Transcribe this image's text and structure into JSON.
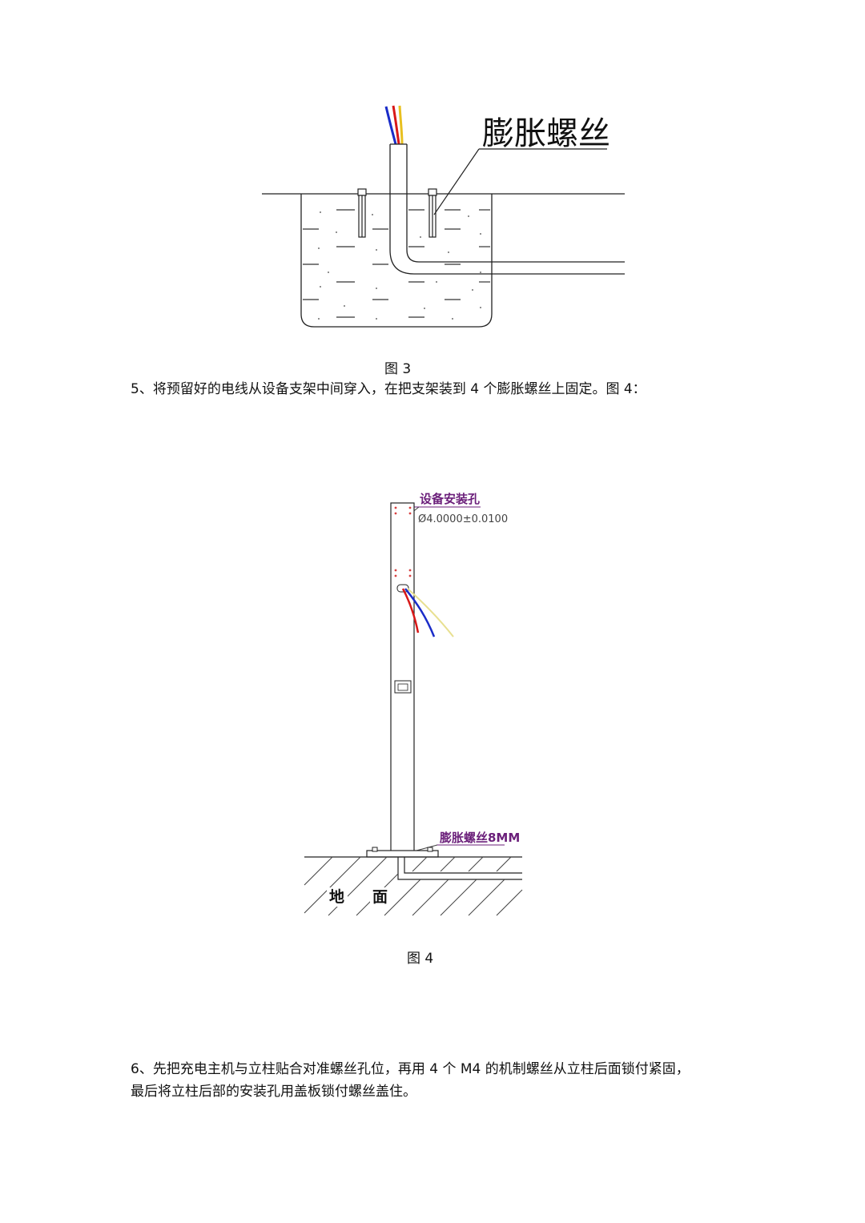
{
  "figure3": {
    "label": "膨胀螺丝",
    "caption": "图 3"
  },
  "step5": {
    "text": "5、将预留好的电线从设备支架中间穿入，在把支架装到 4 个膨胀螺丝上固定。图 4："
  },
  "figure4": {
    "hole_label": "设备安装孔",
    "hole_dimension": "Ø4.0000±0.0100",
    "bolt_label": "膨胀螺丝8MM",
    "ground_label_1": "地",
    "ground_label_2": "面",
    "caption": "图 4"
  },
  "step6": {
    "line1": "6、先把充电主机与立柱贴合对准螺丝孔位，再用 4 个 M4 的机制螺丝从立柱后面锁付紧固，",
    "line2": "最后将立柱后部的安装孔用盖板锁付螺丝盖住。"
  },
  "colors": {
    "wire_blue": "#1a2cc8",
    "wire_red": "#d81818",
    "wire_yellow": "#e8d040",
    "annotation_purple": "#6b1f7a",
    "hole_red": "#d84040"
  }
}
